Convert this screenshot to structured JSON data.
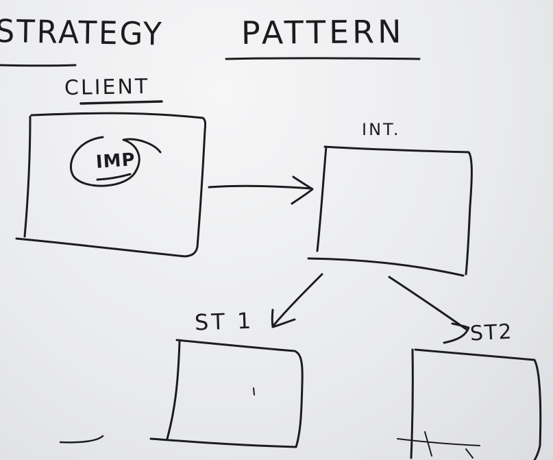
{
  "diagram": {
    "title_left": "STRATEGY",
    "title_right": "PATTERN",
    "client_label": "CLIENT",
    "imp_label": "IMP",
    "interface_label": "INT.",
    "strategy1_label": "ST 1",
    "strategy2_label": "ST2"
  },
  "colors": {
    "board": "#ecedef",
    "ink": "#1c1c1e"
  }
}
